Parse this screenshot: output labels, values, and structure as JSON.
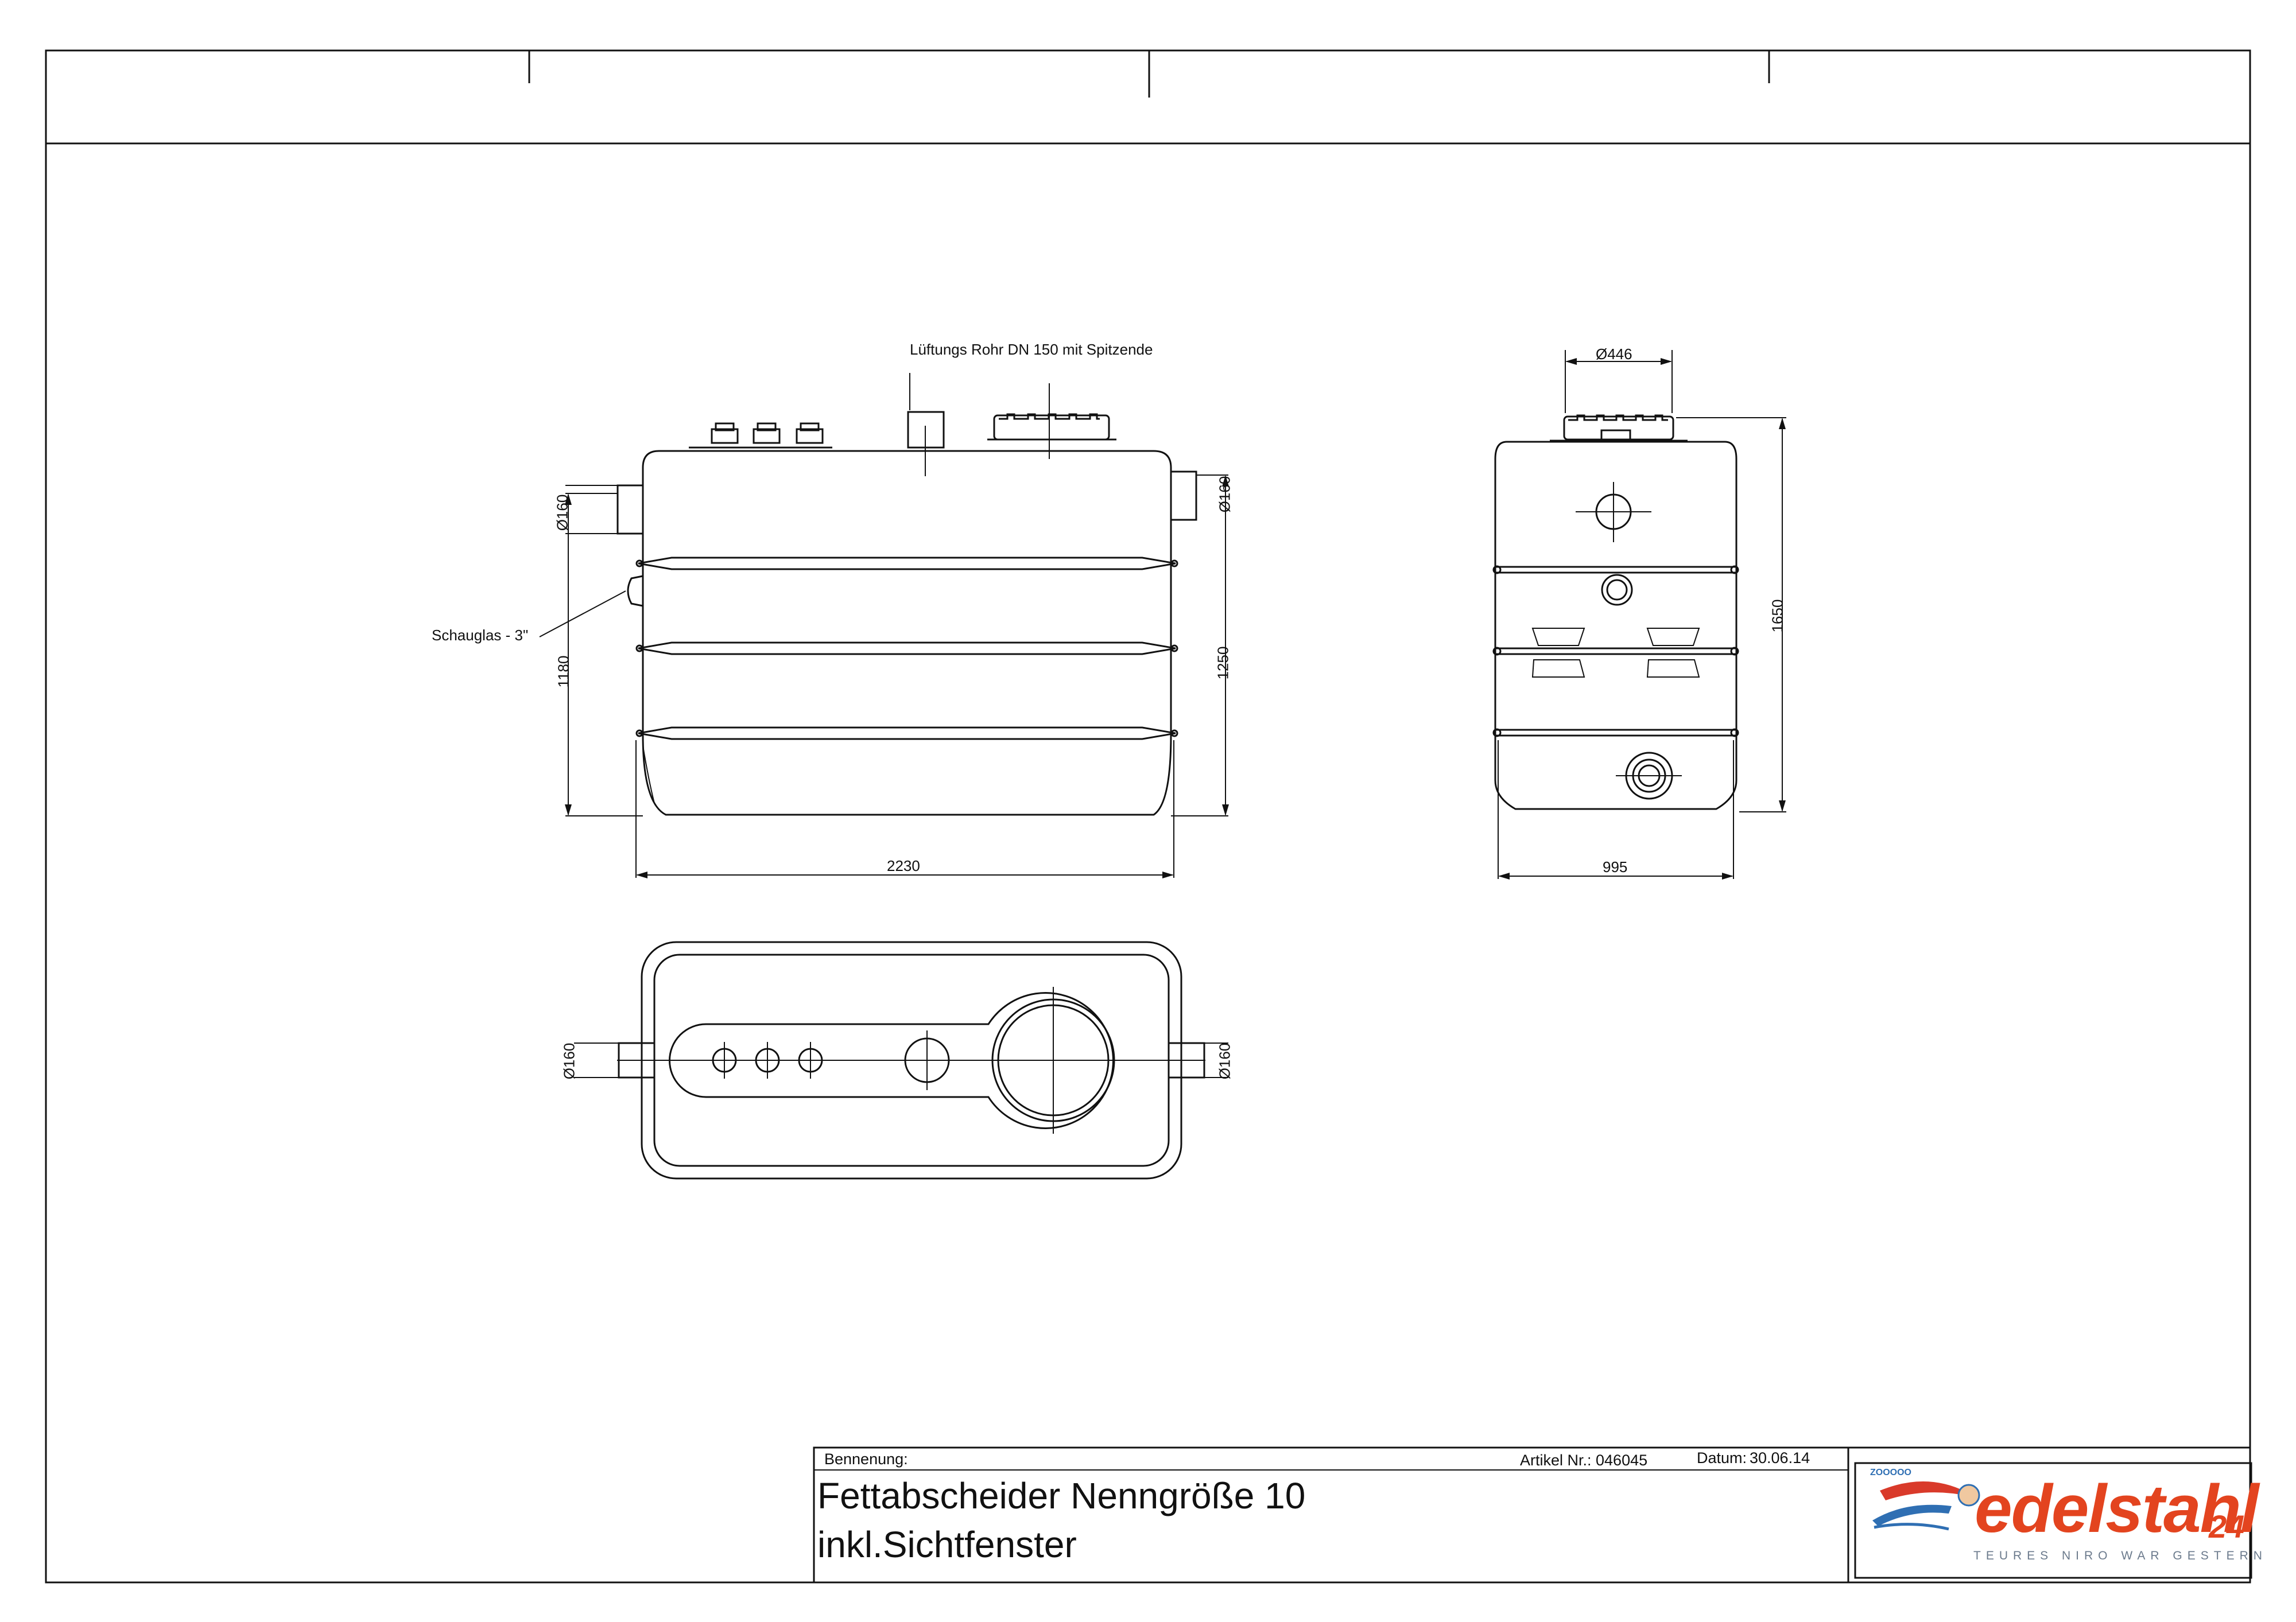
{
  "annotations": {
    "vent_pipe": "Lüftungs Rohr DN 150  mit Spitzende",
    "sight_glass": "Schauglas - 3\"",
    "diameter_446": "Ø446"
  },
  "dimensions": {
    "inlet_diameter": "Ø160",
    "outlet_diameter": "Ø160",
    "inlet_height": "1180",
    "outlet_height": "1250",
    "length": "2230",
    "width": "995",
    "total_height": "1650",
    "plan_inlet_diameter": "Ø160",
    "plan_outlet_diameter": "Ø160"
  },
  "title_block": {
    "designation_label": "Bennenung:",
    "article_label": "Artikel Nr.: 046045",
    "date_label": "Datum:",
    "date_value": "30.06.14",
    "title_line1": "Fettabscheider Nenngröße 10",
    "title_line2": "inkl.Sichtfenster"
  },
  "logo": {
    "brand": "edelstahl",
    "brand_suffix": "24",
    "tagline": "TEURES NIRO WAR GESTERN",
    "speed_text": "ZOOOOO",
    "brand_color": "#e3441f",
    "tagline_color": "#6b7a8c"
  },
  "colors": {
    "line": "#111111",
    "background": "#ffffff"
  }
}
